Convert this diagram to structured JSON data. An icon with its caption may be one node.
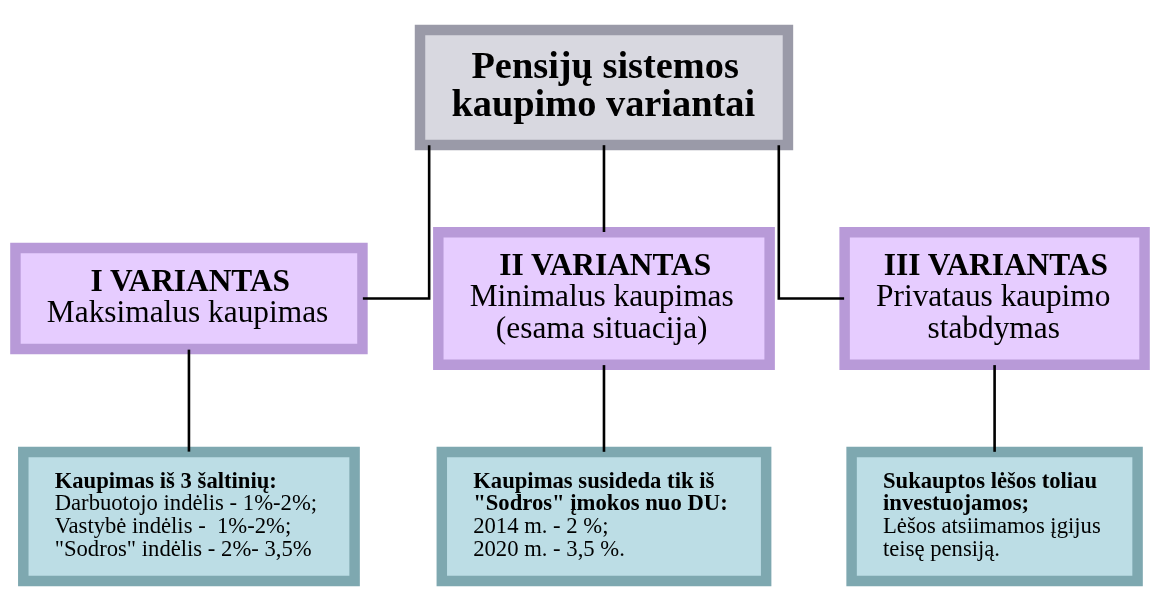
{
  "diagram": {
    "nodes": [
      {
        "text": [
          "Pensijų sistemos kaupimo variantai"
        ]
      },
      {
        "text": [
          "I VARIANTAS",
          "Maksimalus kaupimas"
        ]
      },
      {
        "text": [
          "II VARIANTAS",
          "Minimalus kaupimas (esama situacija)"
        ]
      },
      {
        "text": [
          "III VARIANTAS",
          "Privataus kaupimo stabdymas"
        ]
      },
      {
        "text": [
          "Kaupimas iš 3 šaltinių:",
          "Darbuotojo indėlis - 1%-2%;",
          "Vastybė indėlis -  1%-2%;",
          "\"Sodros\" indėlis - 2%- 3,5%"
        ]
      },
      {
        "text": [
          "Kaupimas susideda tik iš \"Sodros\" įmokos nuo DU:",
          "2014 m. - 2 %;",
          "2020 m. - 3,5 %."
        ]
      },
      {
        "text": [
          "Sukauptos lėšos toliau investuojamos;",
          "Lėšos atsiimamos įgijus teisę pensiją."
        ]
      }
    ],
    "edges": [
      {
        "from": 0,
        "to": 1,
        "arrow": "none"
      },
      {
        "from": 0,
        "to": 2,
        "arrow": "none"
      },
      {
        "from": 0,
        "to": 3,
        "arrow": "none"
      },
      {
        "from": 1,
        "to": 4,
        "arrow": "none"
      },
      {
        "from": 2,
        "to": 5,
        "arrow": "none"
      },
      {
        "from": 3,
        "to": 6,
        "arrow": "none"
      }
    ]
  }
}
